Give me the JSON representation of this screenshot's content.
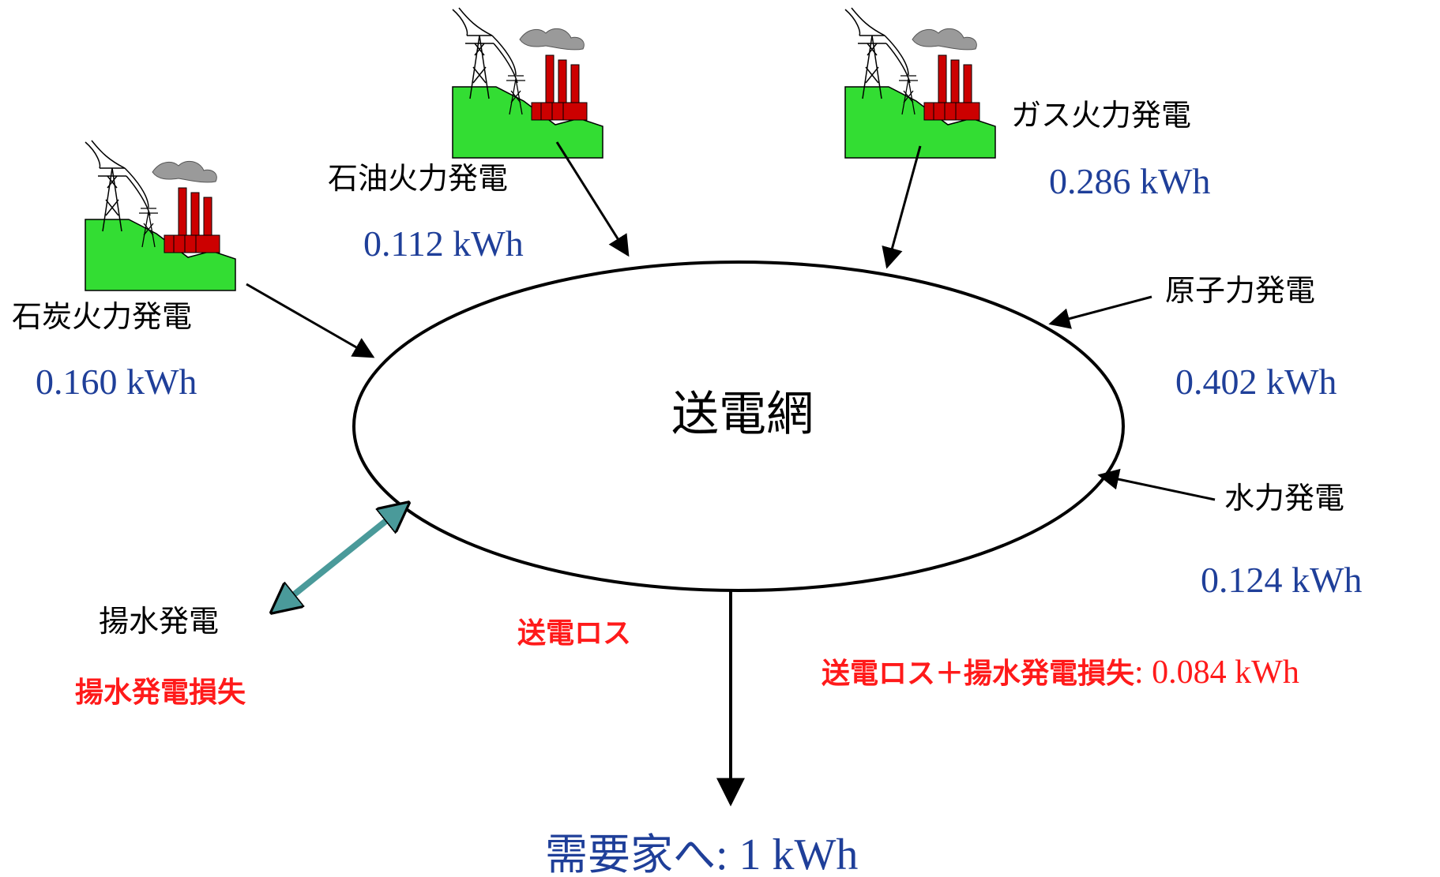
{
  "center": {
    "label": "送電網"
  },
  "plants": {
    "oil": {
      "name": "石油火力発電",
      "value": "0.112  kWh"
    },
    "gas": {
      "name": "ガス火力発電",
      "value": "0.286  kWh"
    },
    "coal": {
      "name": "石炭火力発電",
      "value": "0.160  kWh"
    },
    "nuclear": {
      "name": "原子力発電",
      "value": "0.402  kWh"
    },
    "hydro": {
      "name": "水力発電",
      "value": "0.124  kWh"
    },
    "pumped": {
      "name": "揚水発電"
    }
  },
  "losses": {
    "transmission": "送電ロス",
    "pumped": "揚水発電損失",
    "total_label": "送電ロス＋揚水発電損失",
    "total_value": ": 0.084 kWh"
  },
  "demand": {
    "label": "需要家へ",
    "value": ": 1 kWh"
  },
  "colors": {
    "value_text": "#1f3f99",
    "loss_text": "#ff1a1a",
    "pumped_arrow": "#4a9a9a",
    "grass": "#33dd33",
    "chimney": "#cc0000",
    "smoke": "#999999"
  },
  "icons": [
    "power-plant-icon"
  ]
}
